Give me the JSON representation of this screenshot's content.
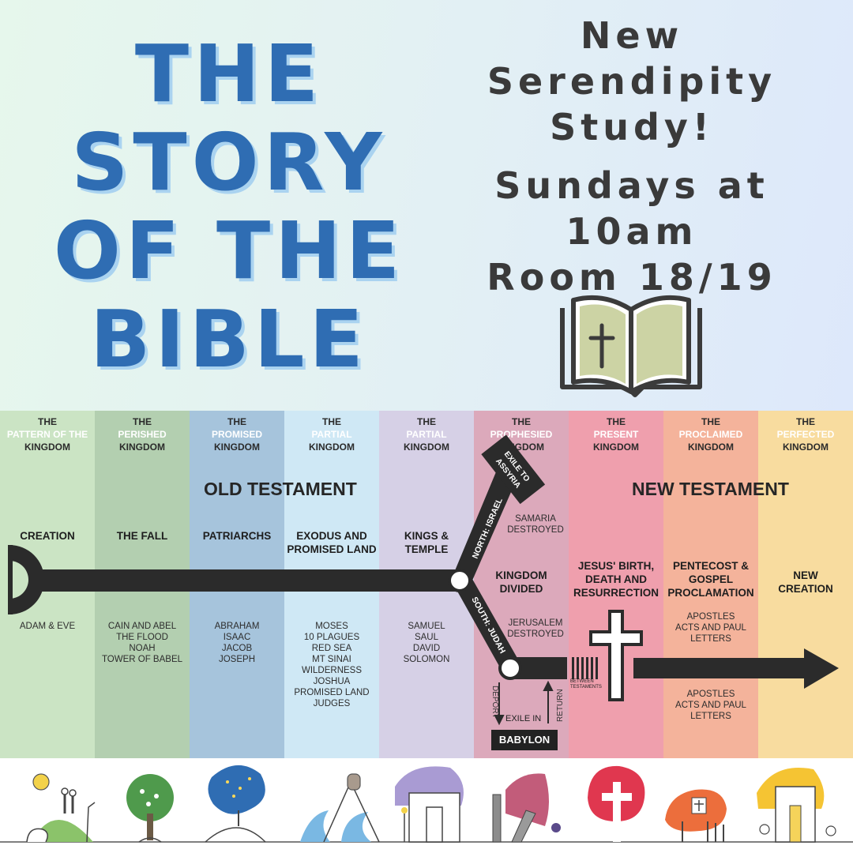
{
  "title": {
    "lines": [
      "THE",
      "STORY",
      "OF THE",
      "BIBLE"
    ]
  },
  "promo": {
    "headline": [
      "New",
      "Serendipity",
      "Study!"
    ],
    "schedule": [
      "Sundays at",
      "10am",
      "Room 18/19"
    ]
  },
  "testaments": {
    "old": "OLD TESTAMENT",
    "new": "NEW TESTAMENT"
  },
  "kingdoms": [
    {
      "the": "THE",
      "name": "PATTERN OF THE",
      "kingdom": "KINGDOM",
      "color": "#cbe4c4"
    },
    {
      "the": "THE",
      "name": "PERISHED",
      "kingdom": "KINGDOM",
      "color": "#b3cfb0"
    },
    {
      "the": "THE",
      "name": "PROMISED",
      "kingdom": "KINGDOM",
      "color": "#a6c4dc"
    },
    {
      "the": "THE",
      "name": "PARTIAL",
      "kingdom": "KINGDOM",
      "color": "#cfe8f5"
    },
    {
      "the": "THE",
      "name": "PARTIAL",
      "kingdom": "KINGDOM",
      "color": "#d6d0e6"
    },
    {
      "the": "THE",
      "name": "PROPHESIED",
      "kingdom": "KINGDOM",
      "color": "#dca9bb"
    },
    {
      "the": "THE",
      "name": "PRESENT",
      "kingdom": "KINGDOM",
      "color": "#ef9fad"
    },
    {
      "the": "THE",
      "name": "PROCLAIMED",
      "kingdom": "KINGDOM",
      "color": "#f4b39b"
    },
    {
      "the": "THE",
      "name": "PERFECTED",
      "kingdom": "KINGDOM",
      "color": "#f8dc9f"
    }
  ],
  "eras": [
    {
      "lines": [
        "CREATION"
      ]
    },
    {
      "lines": [
        "THE FALL"
      ]
    },
    {
      "lines": [
        "PATRIARCHS"
      ]
    },
    {
      "lines": [
        "EXODUS AND",
        "PROMISED LAND"
      ]
    },
    {
      "lines": [
        "KINGS &",
        "TEMPLE"
      ]
    },
    {
      "lines": [
        "KINGDOM",
        "DIVIDED"
      ]
    },
    {
      "lines": [
        "JESUS' BIRTH,",
        "DEATH AND",
        "RESURRECTION"
      ]
    },
    {
      "lines": [
        "PENTECOST &",
        "GOSPEL",
        "PROCLAMATION"
      ]
    },
    {
      "lines": [
        "NEW",
        "CREATION"
      ]
    }
  ],
  "people": [
    {
      "lines": [
        "ADAM & EVE"
      ]
    },
    {
      "lines": [
        "CAIN AND ABEL",
        "THE FLOOD",
        "NOAH",
        "TOWER OF BABEL"
      ]
    },
    {
      "lines": [
        "ABRAHAM",
        "ISAAC",
        "JACOB",
        "JOSEPH"
      ]
    },
    {
      "lines": [
        "MOSES",
        "10 PLAGUES",
        "RED SEA",
        "MT SINAI",
        "WILDERNESS",
        "JOSHUA",
        "PROMISED LAND",
        "JUDGES"
      ]
    },
    {
      "lines": [
        "SAMUEL",
        "SAUL",
        "DAVID",
        "SOLOMON"
      ]
    },
    {
      "lines": [
        "APOSTLES",
        "ACTS AND PAUL",
        "LETTERS"
      ]
    },
    {
      "lines": [
        "APOSTLES",
        "ACTS AND PAUL",
        "LETTERS"
      ]
    }
  ],
  "events": {
    "samaria": [
      "SAMARIA",
      "DESTROYED"
    ],
    "jerusalem": [
      "JERUSALEM",
      "DESTROYED"
    ],
    "exile_assyria": [
      "EXILE TO",
      "ASSYRIA"
    ],
    "north": "NORTH: ISRAEL",
    "south": "SOUTH: JUDAH",
    "deport": "DEPORT",
    "return": "RETURN",
    "exile_in": "EXILE IN",
    "babylon": "BABYLON",
    "between": [
      "BETWEEN",
      "TESTAMENTS"
    ]
  },
  "colors": {
    "title_blue": "#2f6db3",
    "title_shadow": "#aad3f0",
    "text_dark": "#3a3a3a",
    "line": "#2b2b2b",
    "bible_page": "#ccd3a4"
  },
  "icons": [
    "bible-icon",
    "cross-icon",
    "arrow-right-icon",
    "creation-icon",
    "tree-icon",
    "stars-icon",
    "red-sea-icon",
    "temple-icon",
    "ruins-icon",
    "cross-tree-icon",
    "pentecost-icon",
    "new-jerusalem-icon"
  ]
}
